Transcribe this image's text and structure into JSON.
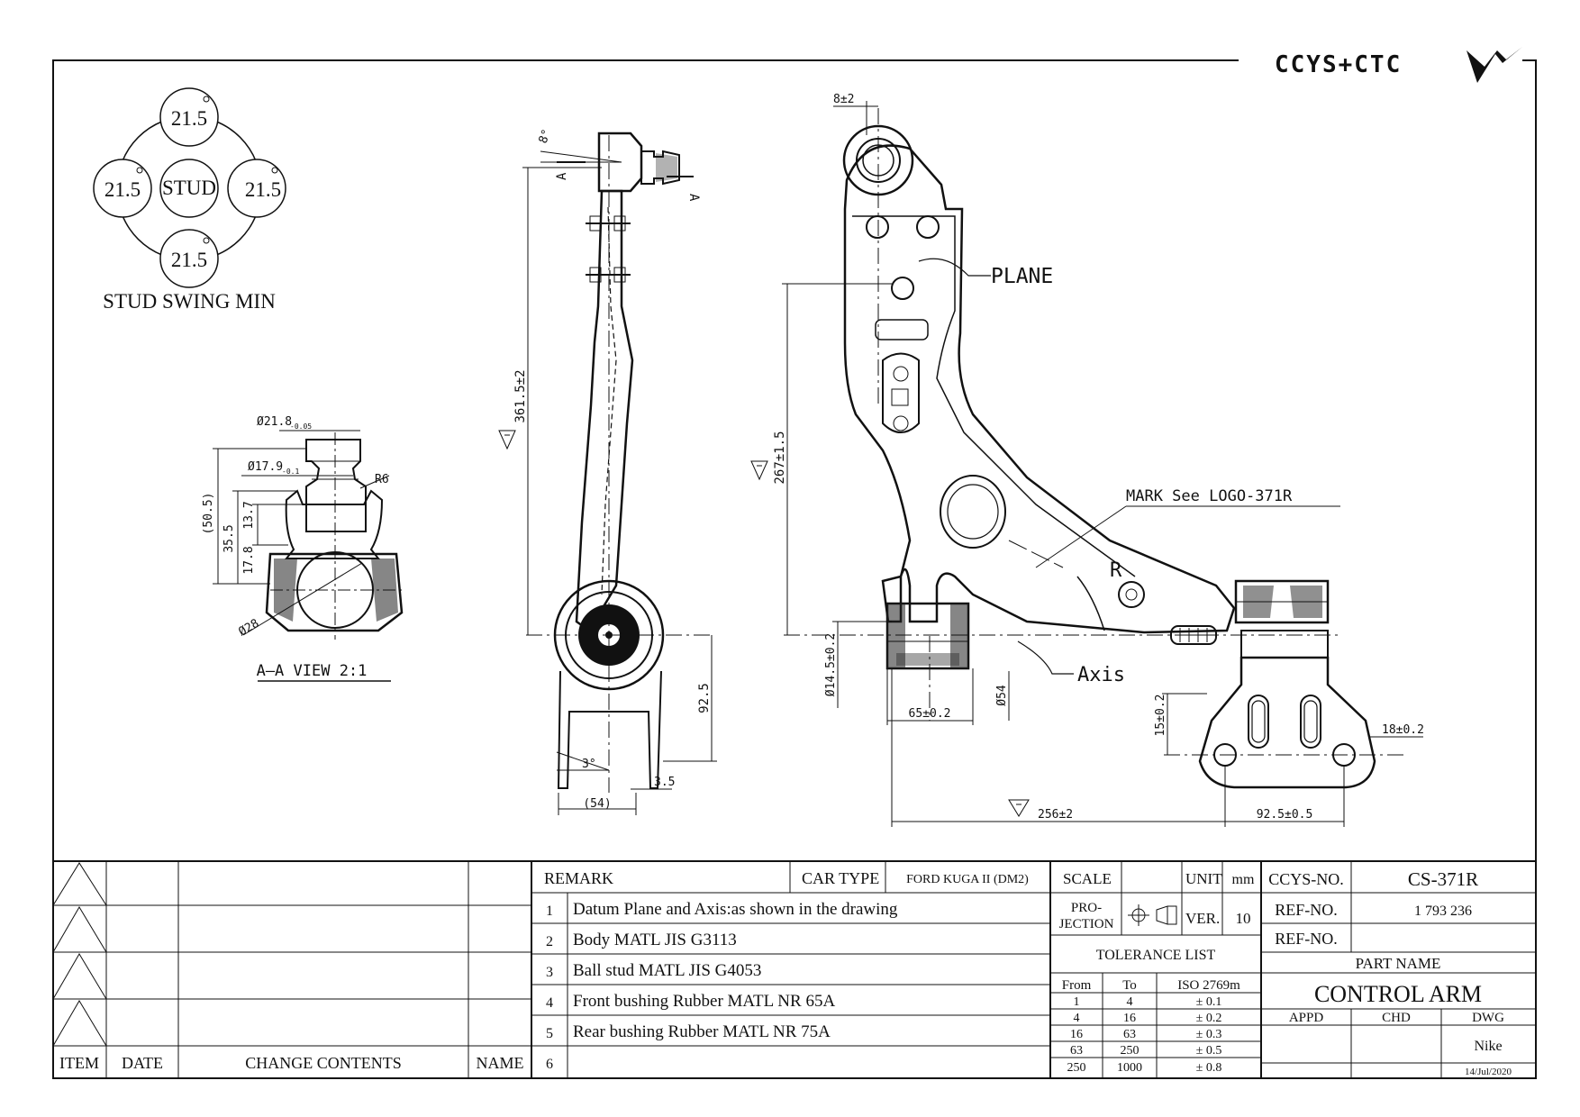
{
  "brand": {
    "name": "CCYS+CTC"
  },
  "stud_swing": {
    "center_label": "STUD",
    "angles": [
      "21.5",
      "21.5",
      "21.5",
      "21.5"
    ],
    "caption": "STUD SWING MIN"
  },
  "section_view": {
    "dims": {
      "d_top": "Ø21.8",
      "d_top_tol": "-0.05",
      "d_mid": "Ø17.9",
      "d_mid_tol": "-0.1",
      "r6": "R6",
      "d_50_5": "(50.5)",
      "d_35_5": "35.5",
      "d_13_7": "13.7",
      "d_17_8": "17.8",
      "d_28": "Ø28"
    },
    "caption": "A—A VIEW 2:1"
  },
  "side_view": {
    "angle_8": "8°",
    "label_a1": "A",
    "label_a2": "A",
    "dim_361_5": "361.5±2",
    "dim_92_5": "92.5",
    "angle_3": "3°",
    "dim_3_5": "3.5",
    "dim_54": "(54)"
  },
  "top_view": {
    "dim_8_2": "8±2",
    "label_plane": "PLANE",
    "mark_note": "MARK See LOGO-371R",
    "side_letter": "R",
    "label_axis": "Axis",
    "dim_267_1_5": "267±1.5",
    "dim_14_5": "Ø14.5±0.2",
    "dim_65": "65±0.2",
    "dim_54d": "Ø54",
    "dim_15": "15±0.2",
    "dim_18": "18±0.2",
    "dim_256": "256±2",
    "dim_92_5b": "92.5±0.5"
  },
  "revision_table": {
    "headers": [
      "ITEM",
      "DATE",
      "CHANGE CONTENTS",
      "NAME"
    ]
  },
  "remarks": {
    "title": "REMARK",
    "car_type_label": "CAR TYPE",
    "car_type": "FORD KUGA II (DM2)",
    "items": [
      {
        "n": "1",
        "text": "Datum Plane and Axis:as shown in the drawing"
      },
      {
        "n": "2",
        "text": "Body MATL JIS G3113"
      },
      {
        "n": "3",
        "text": "Ball stud MATL JIS G4053"
      },
      {
        "n": "4",
        "text": "Front bushing Rubber MATL NR 65A"
      },
      {
        "n": "5",
        "text": "Rear bushing Rubber MATL NR 75A"
      },
      {
        "n": "6",
        "text": ""
      }
    ]
  },
  "title_block": {
    "scale_label": "SCALE",
    "unit_label": "UNIT",
    "unit": "mm",
    "projection_label_1": "PRO-",
    "projection_label_2": "JECTION",
    "ver_label": "VER.",
    "ver": "10",
    "tolerance_title": "TOLERANCE LIST",
    "tolerance_headers": [
      "From",
      "To",
      "ISO 2769m"
    ],
    "tolerance_rows": [
      [
        "1",
        "4",
        "± 0.1"
      ],
      [
        "4",
        "16",
        "± 0.2"
      ],
      [
        "16",
        "63",
        "± 0.3"
      ],
      [
        "63",
        "250",
        "± 0.5"
      ],
      [
        "250",
        "1000",
        "± 0.8"
      ]
    ],
    "ccys_no_label": "CCYS-NO.",
    "ccys_no": "CS-371R",
    "ref_no_label": "REF-NO.",
    "ref_no": "1 793 236",
    "ref_no2_label": "REF-NO.",
    "ref_no2": "",
    "part_name_label": "PART NAME",
    "part_name": "CONTROL ARM",
    "appd_label": "APPD",
    "chd_label": "CHD",
    "dwg_label": "DWG",
    "dwg_name": "Nike",
    "date": "14/Jul/2020"
  }
}
